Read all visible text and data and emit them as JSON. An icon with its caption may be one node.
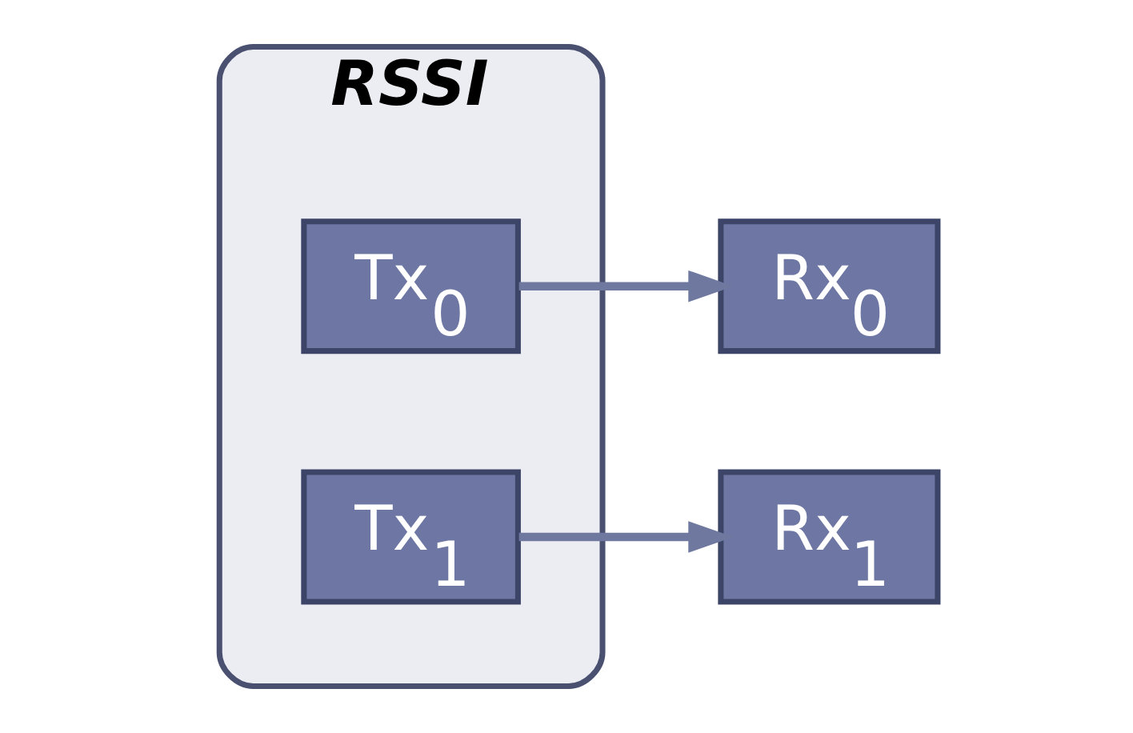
{
  "diagram": {
    "nodes": [
      {
        "text": [
          "RSSI"
        ]
      },
      {
        "text": [
          "Tx$_{0}$"
        ],
        "in": 0
      },
      {
        "text": [
          "Rx$_{0}$"
        ]
      },
      {
        "text": [
          "Tx$_{1}$"
        ],
        "in": 0
      },
      {
        "text": [
          "Rx$_{1}$"
        ]
      }
    ],
    "edges": [
      {
        "from": 1,
        "to": 2,
        "arrow": "to"
      },
      {
        "from": 3,
        "to": 4,
        "arrow": "to"
      }
    ]
  }
}
